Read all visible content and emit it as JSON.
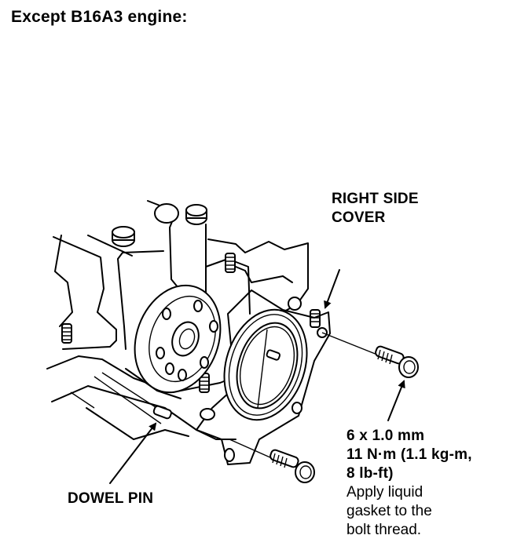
{
  "title": "Except B16A3 engine:",
  "labels": {
    "right_side_cover": [
      "RIGHT SIDE",
      "COVER"
    ],
    "bolt_spec": [
      "6 x 1.0 mm",
      "11 N·m (1.1 kg-m,",
      "8 lb-ft)"
    ],
    "bolt_note": [
      "Apply liquid",
      "gasket to the",
      "bolt thread."
    ],
    "dowel_pin": "DOWEL PIN"
  },
  "colors": {
    "ink": "#000000",
    "background": "#ffffff"
  }
}
